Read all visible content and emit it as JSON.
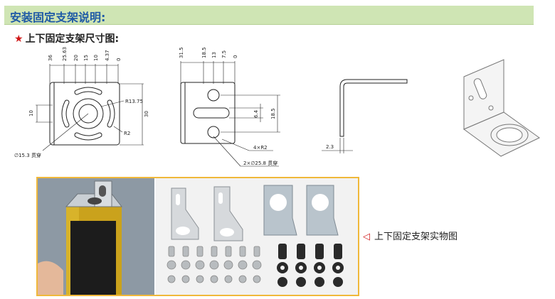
{
  "header": {
    "title": "安装固定支架说明:"
  },
  "subtitle": {
    "star": "★",
    "text": "上下固定支架尺寸图:"
  },
  "drawing1": {
    "top_dims": [
      "36",
      "25.63",
      "20",
      "15",
      "10",
      "4.37",
      "0"
    ],
    "left_dim": "10",
    "right_dim": "30",
    "radius_big": "R13.75",
    "radius_small": "R2",
    "hole_note": "∅15.3 贯穿"
  },
  "drawing2": {
    "top_dims": [
      "31.5",
      "18.5",
      "13",
      "7.5",
      "0"
    ],
    "dim_64": "6.4",
    "dim_185": "18.5",
    "note_r2": "4×R2",
    "note_holes": "2×∅25.8 贯穿"
  },
  "drawing3": {
    "dim": "2.3"
  },
  "caption": {
    "arrow": "◁",
    "text": "上下固定支架实物图"
  },
  "colors": {
    "banner": "#cfe5b4",
    "title": "#1f5aa6",
    "accent": "#d01818",
    "photo_border": "#f0b83a"
  }
}
